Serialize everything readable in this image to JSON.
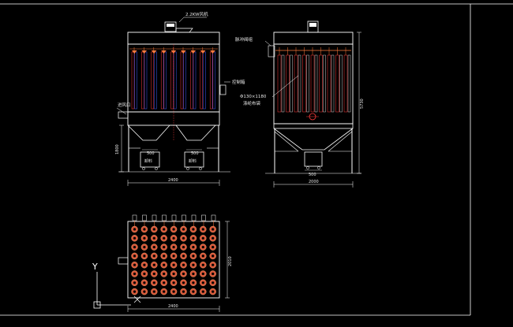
{
  "colors": {
    "background": "#000000",
    "line": "#ffffff",
    "bag_red": "#ff3b3b",
    "bag_blue": "#3b5bff",
    "pipe_orange": "#ff7a3b",
    "hole_fill": "#d8583a"
  },
  "front_view": {
    "fan_label": "2.2KW风机",
    "inlet_label": "进风口",
    "control_label": "控制箱",
    "hopper_size_left": "500",
    "hopper_size_right": "500",
    "bin_label_left": "卸料",
    "bin_label_right": "卸料",
    "height_dim": "1800",
    "width_dim": "2400"
  },
  "side_view": {
    "pulse_label": "脉冲阀组",
    "bag_spec_line1": "Φ130×1180",
    "bag_spec_line2": "涤纶布袋",
    "total_height_dim": "5730",
    "bin_width_dim": "500",
    "width_dim": "2000"
  },
  "top_view": {
    "depth_dim": "2010",
    "width_dim": "2400",
    "rows": 8,
    "cols": 9
  },
  "ucs": {
    "axis_label": "Y"
  }
}
